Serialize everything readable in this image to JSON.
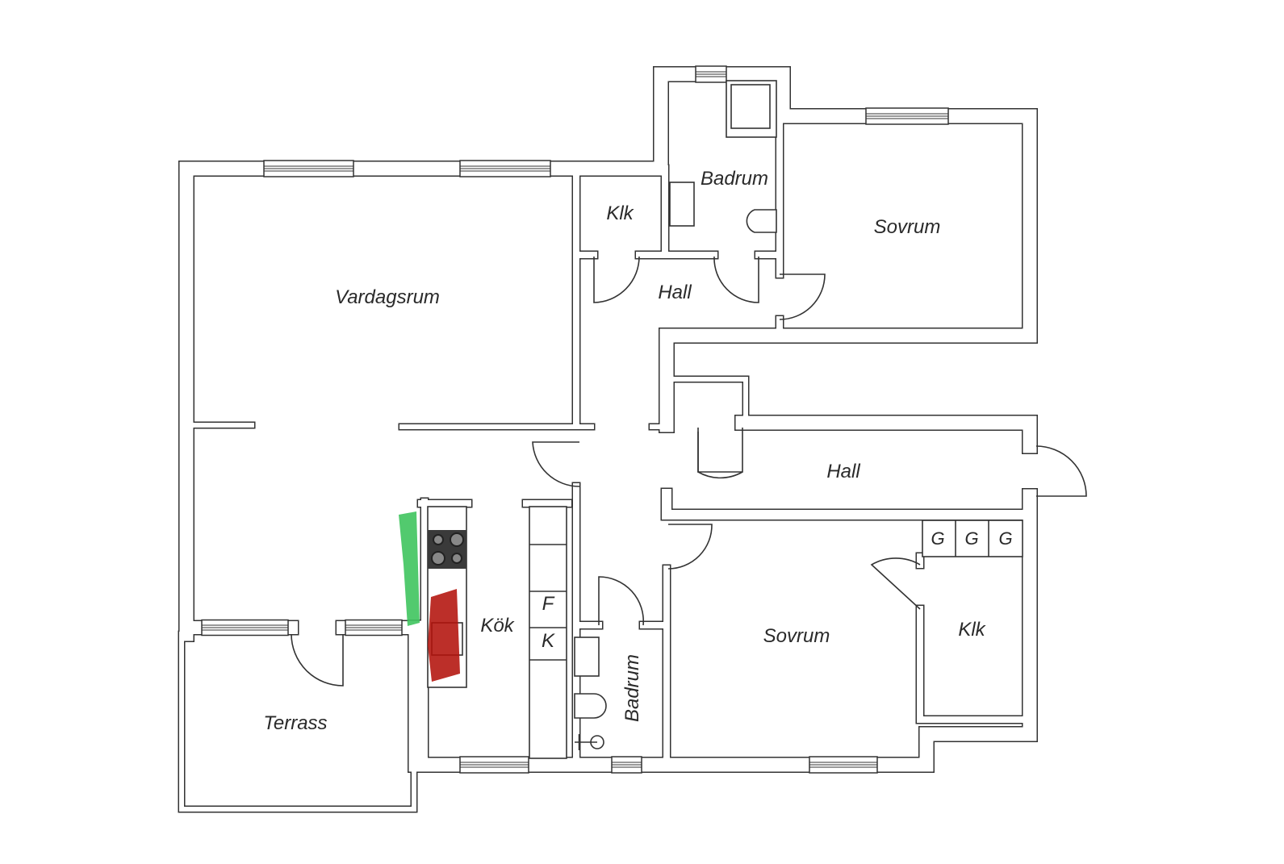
{
  "rooms": {
    "vardagsrum": "Vardagsrum",
    "klk_top": "Klk",
    "badrum_top": "Badrum",
    "sovrum_top": "Sovrum",
    "hall_top": "Hall",
    "hall_right": "Hall",
    "kok": "Kök",
    "fridge": "F",
    "freezer": "K",
    "terrass": "Terrass",
    "badrum_bottom": "Badrum",
    "sovrum_bottom": "Sovrum",
    "klk_bottom": "Klk",
    "g1": "G",
    "g2": "G",
    "g3": "G"
  },
  "colors": {
    "wall": "#333333",
    "highlight_green": "#3fc45e",
    "highlight_red": "#b3120b"
  }
}
